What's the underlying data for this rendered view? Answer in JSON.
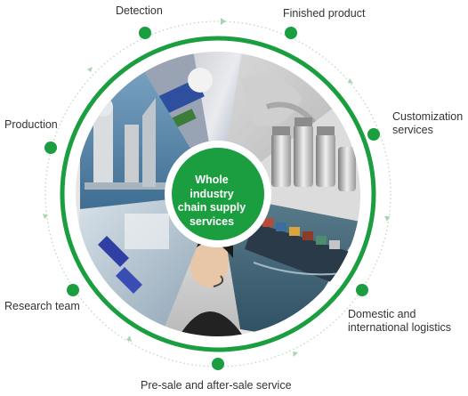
{
  "center": {
    "lines": [
      "Whole industry",
      "chain supply",
      "services"
    ]
  },
  "nodes": {
    "detection": "Detection",
    "finished_product": "Finished product",
    "customization": [
      "Customization",
      "services"
    ],
    "logistics": [
      "Domestic and",
      "international logistics"
    ],
    "service": "Pre-sale and after-sale service",
    "research": "Research team",
    "production": "Production"
  },
  "segments": [
    {
      "name": "laboratory-research",
      "icon": "lab-researcher-photo"
    },
    {
      "name": "finished-product",
      "icon": "factory-gloves-photo"
    },
    {
      "name": "customization-vials",
      "icon": "glass-vials-photo"
    },
    {
      "name": "logistics-ship",
      "icon": "cargo-ship-photo"
    },
    {
      "name": "customer-service",
      "icon": "headset-agent-photo"
    },
    {
      "name": "research-team",
      "icon": "gloved-hands-photo"
    },
    {
      "name": "production-plant",
      "icon": "industrial-equipment-photo"
    }
  ],
  "colors": {
    "accent": "#1a9e3f",
    "ring": "#1a9e3f",
    "dots": "#b8dcc0",
    "text": "#333333"
  }
}
